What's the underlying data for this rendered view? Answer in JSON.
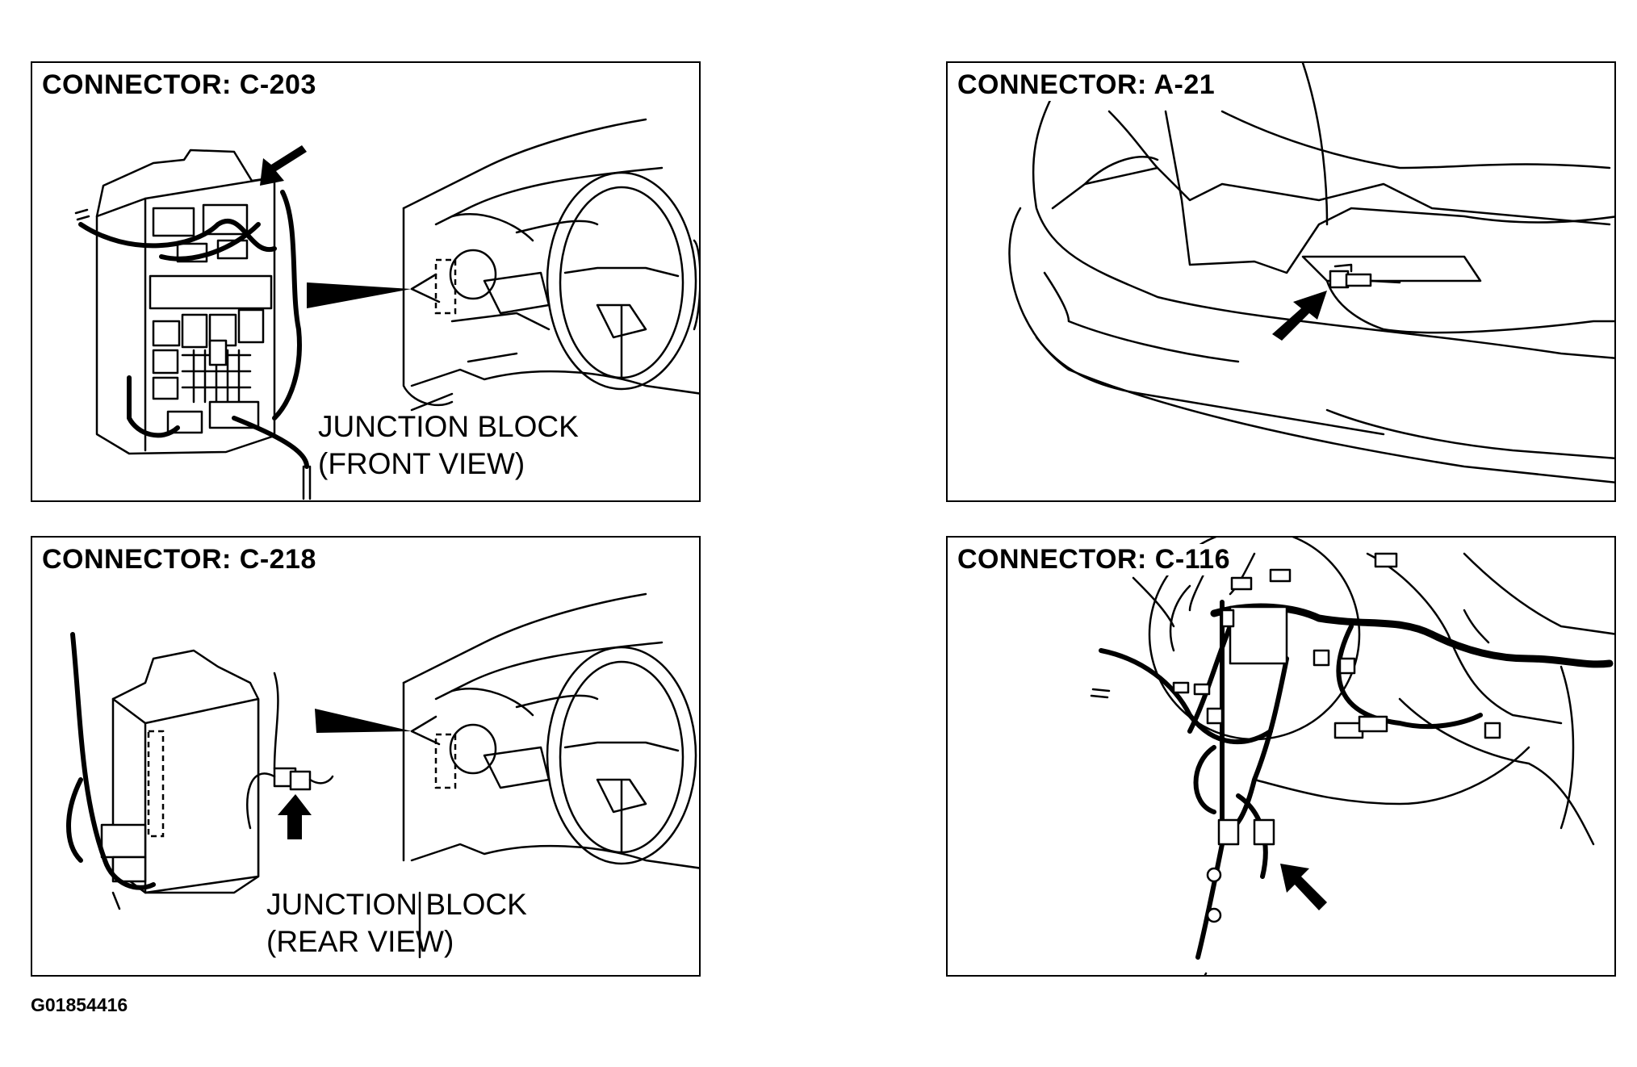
{
  "panels": [
    {
      "title": "CONNECTOR: C-203",
      "caption_line1": "JUNCTION BLOCK",
      "caption_line2": "(FRONT VIEW)"
    },
    {
      "title": "CONNECTOR: A-21"
    },
    {
      "title": "CONNECTOR: C-218",
      "caption_line1": "JUNCTION BLOCK",
      "caption_line2": "(REAR VIEW)"
    },
    {
      "title": "CONNECTOR: C-116"
    }
  ],
  "figure_id": "G01854416",
  "icons": [
    "junction-block-icon",
    "dashboard-icon",
    "steering-wheel-icon",
    "arrow-icon",
    "pointer-wedge-icon",
    "car-front-icon",
    "wire-harness-icon"
  ]
}
